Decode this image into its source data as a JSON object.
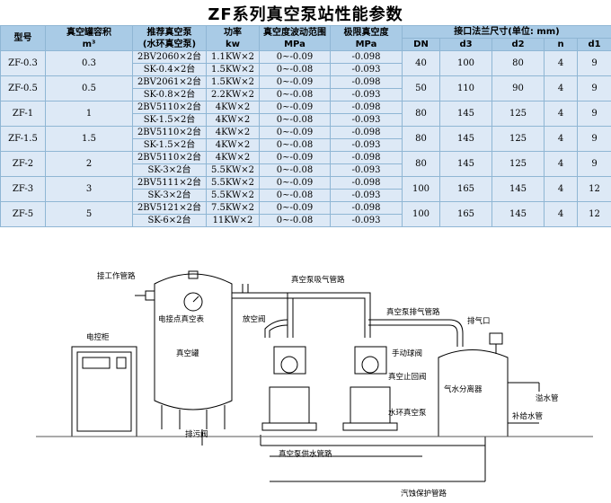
{
  "title": "ZF系列真空泵站性能参数",
  "table": {
    "headers": {
      "model": "型号",
      "volume": "真空罐容积",
      "volume_unit": "m³",
      "pump": "推荐真空泵",
      "pump_sub": "(水环真空泵)",
      "power": "功率",
      "power_unit": "kw",
      "range": "真空度波动范围",
      "range_unit": "MPa",
      "limit": "极限真空度",
      "limit_unit": "MPa",
      "flange": "接口法兰尺寸(单位: mm)",
      "flange_cols": [
        "DN",
        "d3",
        "d2",
        "n",
        "d1"
      ]
    },
    "groups": [
      {
        "model": "ZF-0.3",
        "volume": "0.3",
        "flange": [
          "40",
          "100",
          "80",
          "4",
          "9"
        ],
        "rows": [
          {
            "pump": "2BV2060×2台",
            "power": "1.1KW×2",
            "range": "0~-0.09",
            "limit": "-0.098"
          },
          {
            "pump": "SK-0.4×2台",
            "power": "1.5KW×2",
            "range": "0~-0.08",
            "limit": "-0.093"
          }
        ]
      },
      {
        "model": "ZF-0.5",
        "volume": "0.5",
        "flange": [
          "50",
          "110",
          "90",
          "4",
          "9"
        ],
        "rows": [
          {
            "pump": "2BV2061×2台",
            "power": "1.5KW×2",
            "range": "0~-0.09",
            "limit": "-0.098"
          },
          {
            "pump": "SK-0.8×2台",
            "power": "2.2KW×2",
            "range": "0~-0.08",
            "limit": "-0.093"
          }
        ]
      },
      {
        "model": "ZF-1",
        "volume": "1",
        "flange": [
          "80",
          "145",
          "125",
          "4",
          "9"
        ],
        "rows": [
          {
            "pump": "2BV5110×2台",
            "power": "4KW×2",
            "range": "0~-0.09",
            "limit": "-0.098"
          },
          {
            "pump": "SK-1.5×2台",
            "power": "4KW×2",
            "range": "0~-0.08",
            "limit": "-0.093"
          }
        ]
      },
      {
        "model": "ZF-1.5",
        "volume": "1.5",
        "flange": [
          "80",
          "145",
          "125",
          "4",
          "9"
        ],
        "rows": [
          {
            "pump": "2BV5110×2台",
            "power": "4KW×2",
            "range": "0~-0.09",
            "limit": "-0.098"
          },
          {
            "pump": "SK-1.5×2台",
            "power": "4KW×2",
            "range": "0~-0.08",
            "limit": "-0.093"
          }
        ]
      },
      {
        "model": "ZF-2",
        "volume": "2",
        "flange": [
          "80",
          "145",
          "125",
          "4",
          "9"
        ],
        "rows": [
          {
            "pump": "2BV5110×2台",
            "power": "4KW×2",
            "range": "0~-0.09",
            "limit": "-0.098"
          },
          {
            "pump": "SK-3×2台",
            "power": "5.5KW×2",
            "range": "0~-0.08",
            "limit": "-0.093"
          }
        ]
      },
      {
        "model": "ZF-3",
        "volume": "3",
        "flange": [
          "100",
          "165",
          "145",
          "4",
          "12"
        ],
        "rows": [
          {
            "pump": "2BV5111×2台",
            "power": "5.5KW×2",
            "range": "0~-0.09",
            "limit": "-0.098"
          },
          {
            "pump": "SK-3×2台",
            "power": "5.5KW×2",
            "range": "0~-0.08",
            "limit": "-0.093"
          }
        ]
      },
      {
        "model": "ZF-5",
        "volume": "5",
        "flange": [
          "100",
          "165",
          "145",
          "4",
          "12"
        ],
        "rows": [
          {
            "pump": "2BV5121×2台",
            "power": "7.5KW×2",
            "range": "0~-0.09",
            "limit": "-0.098"
          },
          {
            "pump": "SK-6×2台",
            "power": "11KW×2",
            "range": "0~-0.08",
            "limit": "-0.093"
          }
        ]
      }
    ]
  },
  "diagram": {
    "work_pipe": "接工作管路",
    "suction_pipe": "真空泵吸气管路",
    "gauge": "电接点真空表",
    "vent_valve": "放空阀",
    "exhaust_pipe": "真空泵排气管路",
    "exhaust_port": "排气口",
    "control_cabinet": "电控柜",
    "manual_valve": "手动球阀",
    "tank": "真空罐",
    "check_valve": "真空止回阀",
    "separator": "气水分离器",
    "overflow": "溢水管",
    "ring_pump": "水环真空泵",
    "makeup_pipe": "补给水管",
    "drain_valve": "排污阀",
    "water_supply": "真空泵供水管路",
    "anticorrosion": "汽蚀保护管路"
  }
}
